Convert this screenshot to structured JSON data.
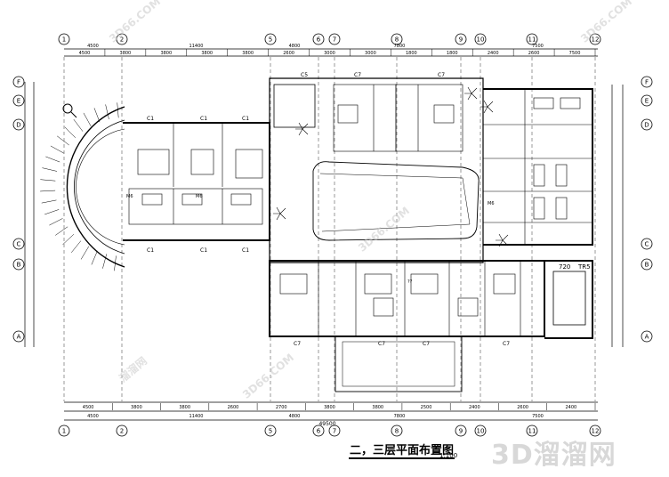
{
  "drawing": {
    "title": "二，三层平面布置图",
    "scale": "1:100",
    "brand": "3D溜溜网"
  },
  "axes": {
    "columns": [
      "1",
      "2",
      "5",
      "6",
      "7",
      "8",
      "9",
      "10",
      "11",
      "12"
    ],
    "rows": [
      "F",
      "E",
      "D",
      "C",
      "B",
      "A"
    ]
  },
  "dimensions": {
    "top_outer": [
      "4500",
      "11400",
      "4800",
      "7800",
      "7500"
    ],
    "top_inner": [
      "4500",
      "3800",
      "3800",
      "3800",
      "3800",
      "2600",
      "3000",
      "3000",
      "1800",
      "1800",
      "2400",
      "2600",
      "7500"
    ],
    "bottom_inner": [
      "4500",
      "3800",
      "3800",
      "2600",
      "2700",
      "3800",
      "3800",
      "2500",
      "2400",
      "2600",
      "2400"
    ],
    "bottom_outer": [
      "4500",
      "11400",
      "4800",
      "7800",
      "7500"
    ],
    "bottom_total": "49500"
  },
  "labels": {
    "room_tag": "C1",
    "window_tag": "C7",
    "door_tag": "M6",
    "stair_tag": "C5",
    "stair_code_a": "720",
    "stair_code_b": "TR5",
    "area_tag": "??"
  },
  "watermarks": [
    "3D66.COM",
    "3D66.COM",
    "3D66.COM",
    "3D66.COM",
    "溜溜网"
  ]
}
